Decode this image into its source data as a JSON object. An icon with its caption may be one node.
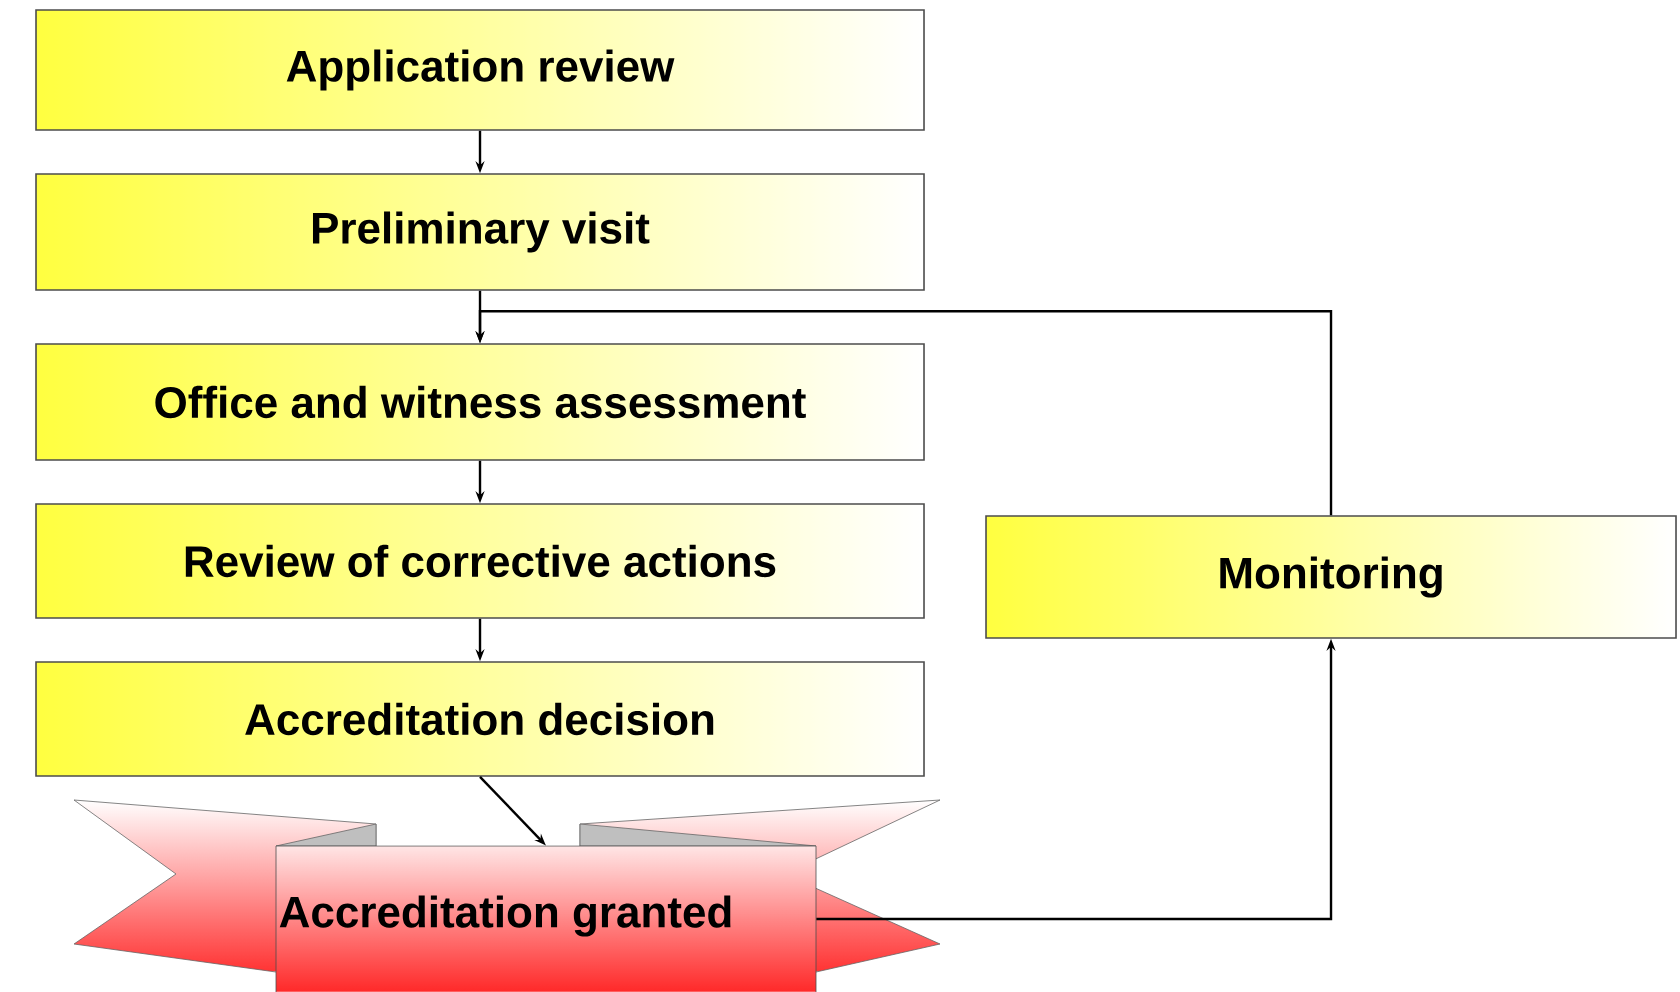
{
  "diagram": {
    "nodes": [
      {
        "text": [
          "Application review"
        ]
      },
      {
        "text": [
          "Preliminary visit"
        ]
      },
      {
        "text": [
          "Office and witness assessment"
        ]
      },
      {
        "text": [
          "Review of corrective actions"
        ]
      },
      {
        "text": [
          "Accreditation decision"
        ]
      },
      {
        "text": [
          "Accreditation granted"
        ]
      },
      {
        "text": [
          "Monitoring"
        ]
      }
    ],
    "edges": [
      {
        "from": 0,
        "to": 1,
        "arrow": "to"
      },
      {
        "from": 1,
        "to": 2,
        "arrow": "to"
      },
      {
        "from": 2,
        "to": 3,
        "arrow": "to"
      },
      {
        "from": 3,
        "to": 4,
        "arrow": "to"
      },
      {
        "from": 4,
        "to": 5,
        "arrow": "to"
      },
      {
        "from": 5,
        "to": 6,
        "arrow": "to"
      },
      {
        "from": 6,
        "to": 2,
        "arrow": "to"
      }
    ]
  }
}
